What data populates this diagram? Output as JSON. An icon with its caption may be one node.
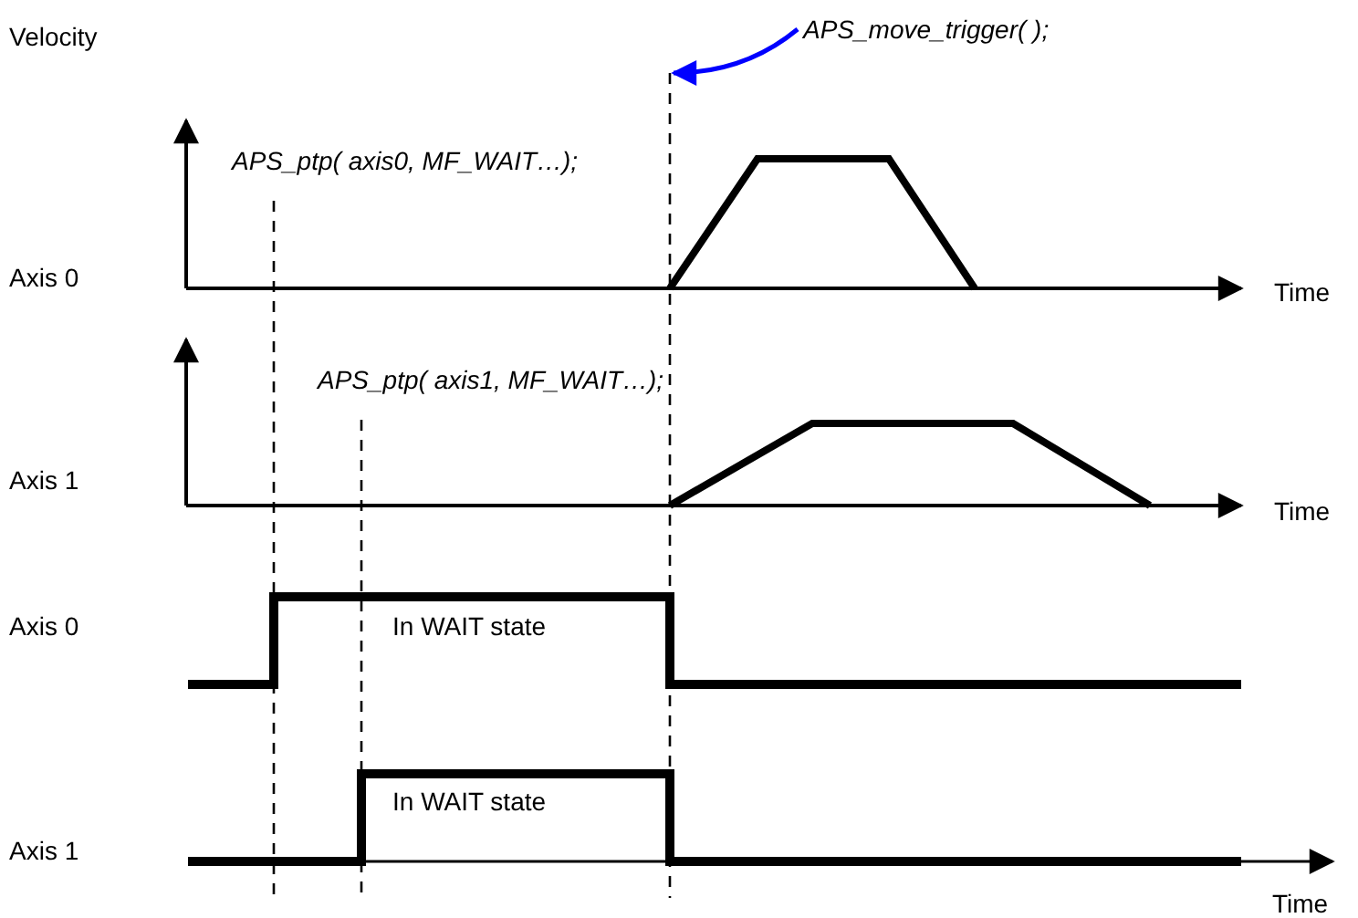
{
  "diagram": {
    "nodes": [
      {
        "text": [
          "APS_move_trigger( );"
        ]
      },
      {
        "text": [],
        "shape": "line"
      }
    ],
    "edges": [
      {
        "from": 0,
        "to": 1,
        "arrow": "to",
        "color": "#0000ff"
      }
    ],
    "labels": [
      "Velocity",
      "APS_ptp( axis0, MF_WAIT…);",
      "Axis 0",
      "Time",
      "APS_ptp( axis1, MF_WAIT…);",
      "Axis 1",
      "Time",
      "Axis 0",
      "In WAIT state",
      "In WAIT state",
      "Axis 1",
      "Time"
    ]
  }
}
